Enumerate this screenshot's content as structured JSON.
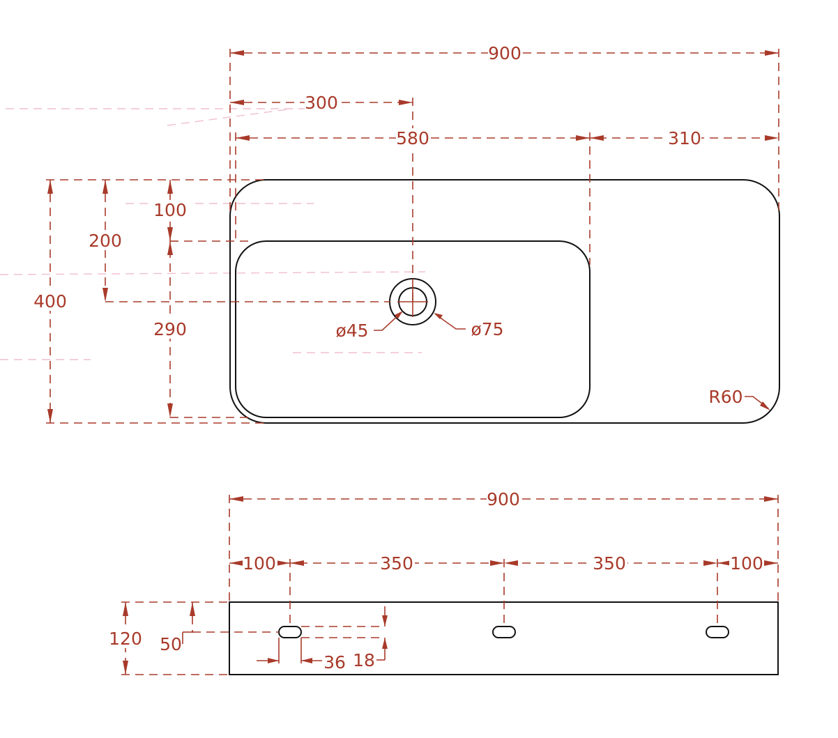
{
  "colors": {
    "outline": "#111111",
    "dimension": "#a83a2a",
    "ghost": "#f1bfcf",
    "background": "#ffffff"
  },
  "top_view": {
    "overall_width": "900",
    "drain_offset": "300",
    "basin_width": "580",
    "deck_width": "310",
    "basin_top_offset": "100",
    "drain_center_from_top": "200",
    "overall_depth": "400",
    "basin_depth": "290",
    "drain_inner_diameter": "ø45",
    "drain_outer_diameter": "ø75",
    "corner_radius": "R60"
  },
  "side_view": {
    "overall_width": "900",
    "left_margin": "100",
    "spacing_1": "350",
    "spacing_2": "350",
    "right_margin": "100",
    "height": "120",
    "slot_height_position": "50",
    "slot_width": "36",
    "slot_height": "18"
  }
}
